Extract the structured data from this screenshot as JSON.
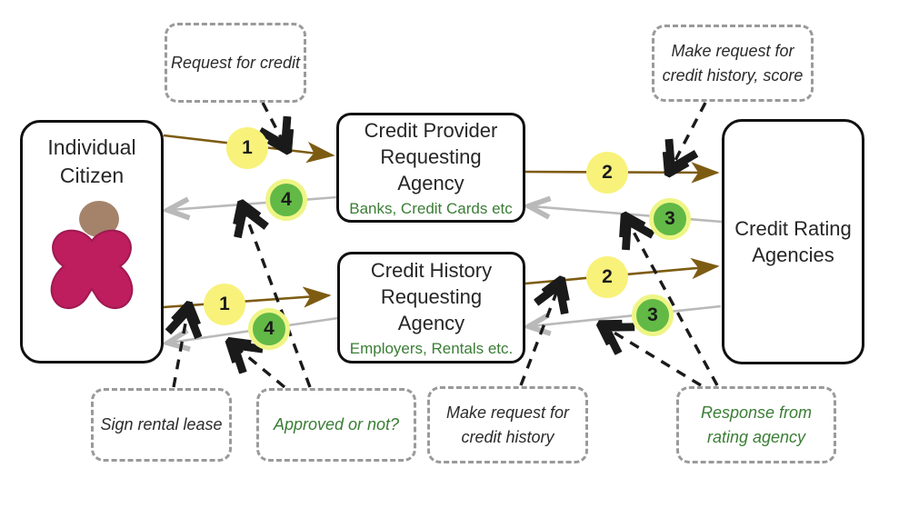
{
  "entities": {
    "citizen": {
      "title": "Individual\nCitizen"
    },
    "provider": {
      "title": "Credit Provider\nRequesting\nAgency",
      "subtitle": "Banks, Credit Cards etc"
    },
    "history": {
      "title": "Credit History\nRequesting\nAgency",
      "subtitle": "Employers, Rentals etc."
    },
    "rating": {
      "title": "Credit Rating\nAgencies"
    }
  },
  "notes": {
    "request_credit": "Request for credit",
    "make_request_score": "Make request for\ncredit history, score",
    "sign_lease": "Sign rental lease",
    "approved": "Approved or not?",
    "make_request": "Make request for\ncredit history",
    "response": "Response from\nrating agency"
  },
  "badges": [
    {
      "id": "step-1-top",
      "label": "1",
      "type": "yellow"
    },
    {
      "id": "step-4-top",
      "label": "4",
      "type": "green"
    },
    {
      "id": "step-2-top",
      "label": "2",
      "type": "yellow"
    },
    {
      "id": "step-3-top",
      "label": "3",
      "type": "green"
    },
    {
      "id": "step-1-bottom",
      "label": "1",
      "type": "yellow"
    },
    {
      "id": "step-4-bottom",
      "label": "4",
      "type": "green"
    },
    {
      "id": "step-2-bottom",
      "label": "2",
      "type": "yellow"
    },
    {
      "id": "step-3-bottom",
      "label": "3",
      "type": "green"
    }
  ],
  "colors": {
    "solid_request_arrow": "#7d5c12",
    "return_arrow": "#b9b9b9",
    "step_yellow": "#f8f27b",
    "step_green": "#62b946",
    "step_green_ring": "#eef585",
    "note_green_text": "#3a7d35",
    "note_border": "#9a9a9a",
    "entity_border": "#111111",
    "connector": "#1a1a1a"
  }
}
